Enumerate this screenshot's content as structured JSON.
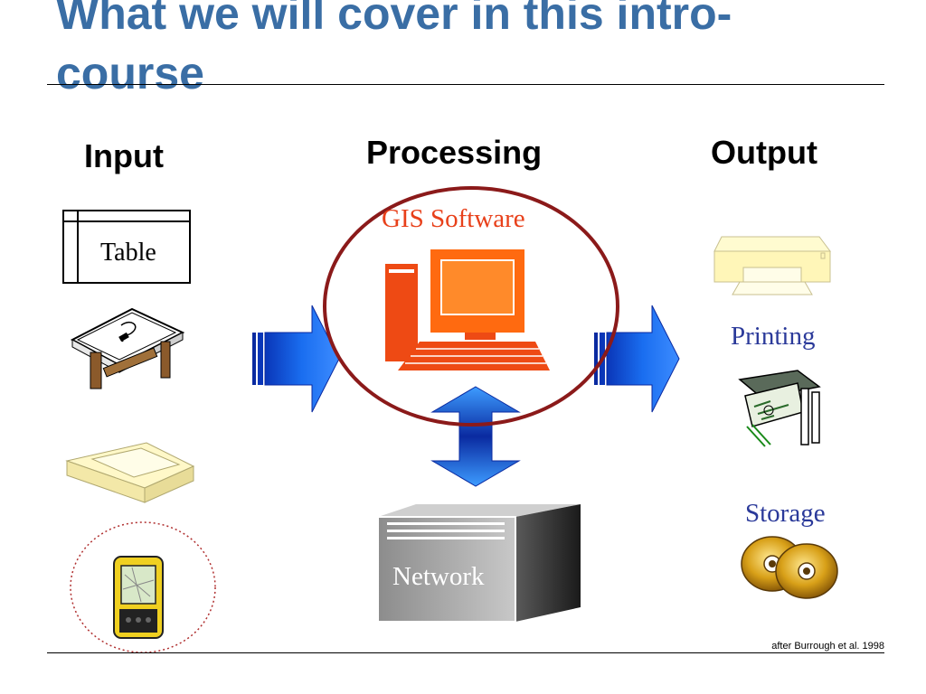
{
  "slide": {
    "title": "What we will cover in this intro-course",
    "citation": "after Burrough et al. 1998"
  },
  "columns": {
    "input": "Input",
    "processing": "Processing",
    "output": "Output"
  },
  "input_items": {
    "table": "Table"
  },
  "processing_items": {
    "gis_software": "GIS Software",
    "network": "Network"
  },
  "output_items": {
    "printing": "Printing",
    "storage": "Storage"
  },
  "colors": {
    "title": "#3a6ea5",
    "gis_text": "#e8401a",
    "output_text": "#2b3a9a",
    "ellipse": "#8b1a1a",
    "arrow_blue": "#1a5ce0"
  }
}
